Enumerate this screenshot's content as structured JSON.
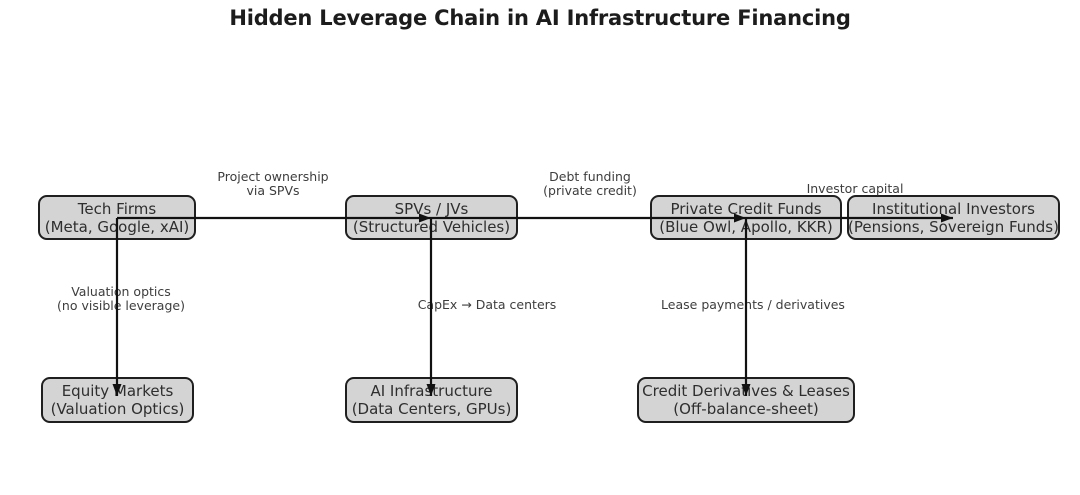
{
  "title": "Hidden Leverage Chain in AI Infrastructure Financing",
  "colors": {
    "background": "#ffffff",
    "box_fill": "#d4d4d4",
    "box_border": "#1f1f1f",
    "arrow": "#111111",
    "title_text": "#1c1c1c",
    "box_text": "#2e2e2e",
    "label_text": "#3d3d3d"
  },
  "nodes": {
    "tech_firms": {
      "line1": "Tech Firms",
      "line2": "(Meta, Google, xAI)"
    },
    "spvs_jvs": {
      "line1": "SPVs / JVs",
      "line2": "(Structured Vehicles)"
    },
    "private_credit_funds": {
      "line1": "Private Credit Funds",
      "line2": "(Blue Owl, Apollo, KKR)"
    },
    "institutional_investors": {
      "line1": "Institutional Investors",
      "line2": "(Pensions, Sovereign Funds)"
    },
    "equity_markets": {
      "line1": "Equity Markets",
      "line2": "(Valuation Optics)"
    },
    "ai_infrastructure": {
      "line1": "AI Infrastructure",
      "line2": "(Data Centers, GPUs)"
    },
    "credit_derivatives": {
      "line1": "Credit Derivatives & Leases",
      "line2": "(Off-balance-sheet)"
    }
  },
  "edges": {
    "project_ownership": {
      "from": "Tech Firms",
      "to": "SPVs / JVs",
      "label1": "Project ownership",
      "label2": "via SPVs"
    },
    "debt_funding": {
      "from": "SPVs / JVs",
      "to": "Private Credit Funds",
      "label1": "Debt funding",
      "label2": "(private credit)"
    },
    "investor_capital": {
      "from": "Private Credit Funds",
      "to": "Institutional Investors",
      "label1": "Investor capital"
    },
    "valuation_optics": {
      "from": "Tech Firms",
      "to": "Equity Markets",
      "label1": "Valuation optics",
      "label2": "(no visible leverage)"
    },
    "capex": {
      "from": "SPVs / JVs",
      "to": "AI Infrastructure",
      "label1": "CapEx → Data centers"
    },
    "lease_payments": {
      "from": "Private Credit Funds",
      "to": "Credit Derivatives & Leases",
      "label1": "Lease payments / derivatives"
    }
  }
}
